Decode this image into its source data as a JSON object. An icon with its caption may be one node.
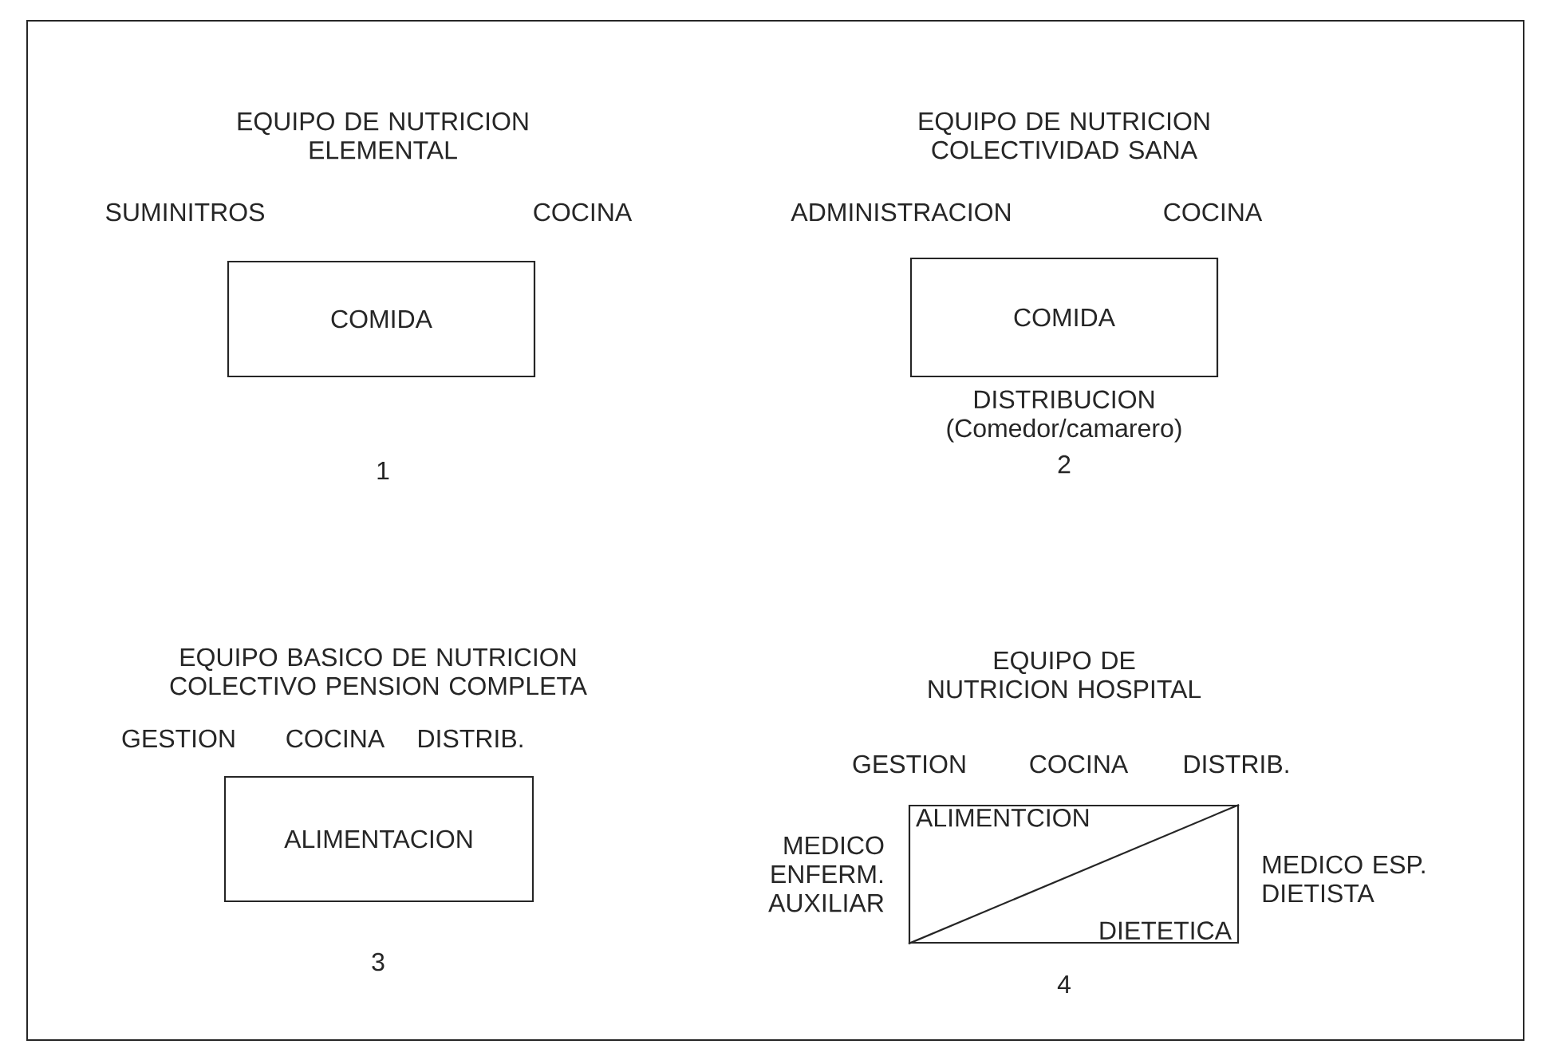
{
  "diagram": {
    "nodes": [
      {
        "text": [
          "COMIDA"
        ]
      },
      {
        "text": [
          "COMIDA"
        ]
      },
      {
        "text": [
          "ALIMENTACION"
        ]
      },
      {
        "text": [
          "ALIMENTCION",
          "DIETETICA"
        ]
      }
    ],
    "labels": [
      "EQUIPO DE NUTRICION ELEMENTAL",
      "EQUIPO DE NUTRICION COLECTIVIDAD SANA",
      "SUMINITROS",
      "COCINA",
      "ADMINISTRACION",
      "COCINA",
      "DISTRIBUCION (Comedor/camarero)",
      "1",
      "2",
      "EQUIPO BASICO DE NUTRICION COLECTIVO PENSION COMPLETA",
      "EQUIPO DE NUTRICION HOSPITAL",
      "GESTION",
      "COCINA",
      "DISTRIB.",
      "GESTION",
      "COCINA",
      "DISTRIB.",
      "MEDICO ENFERM. AUXILIAR",
      "MEDICO ESP. DIETISTA",
      "3",
      "4"
    ]
  }
}
